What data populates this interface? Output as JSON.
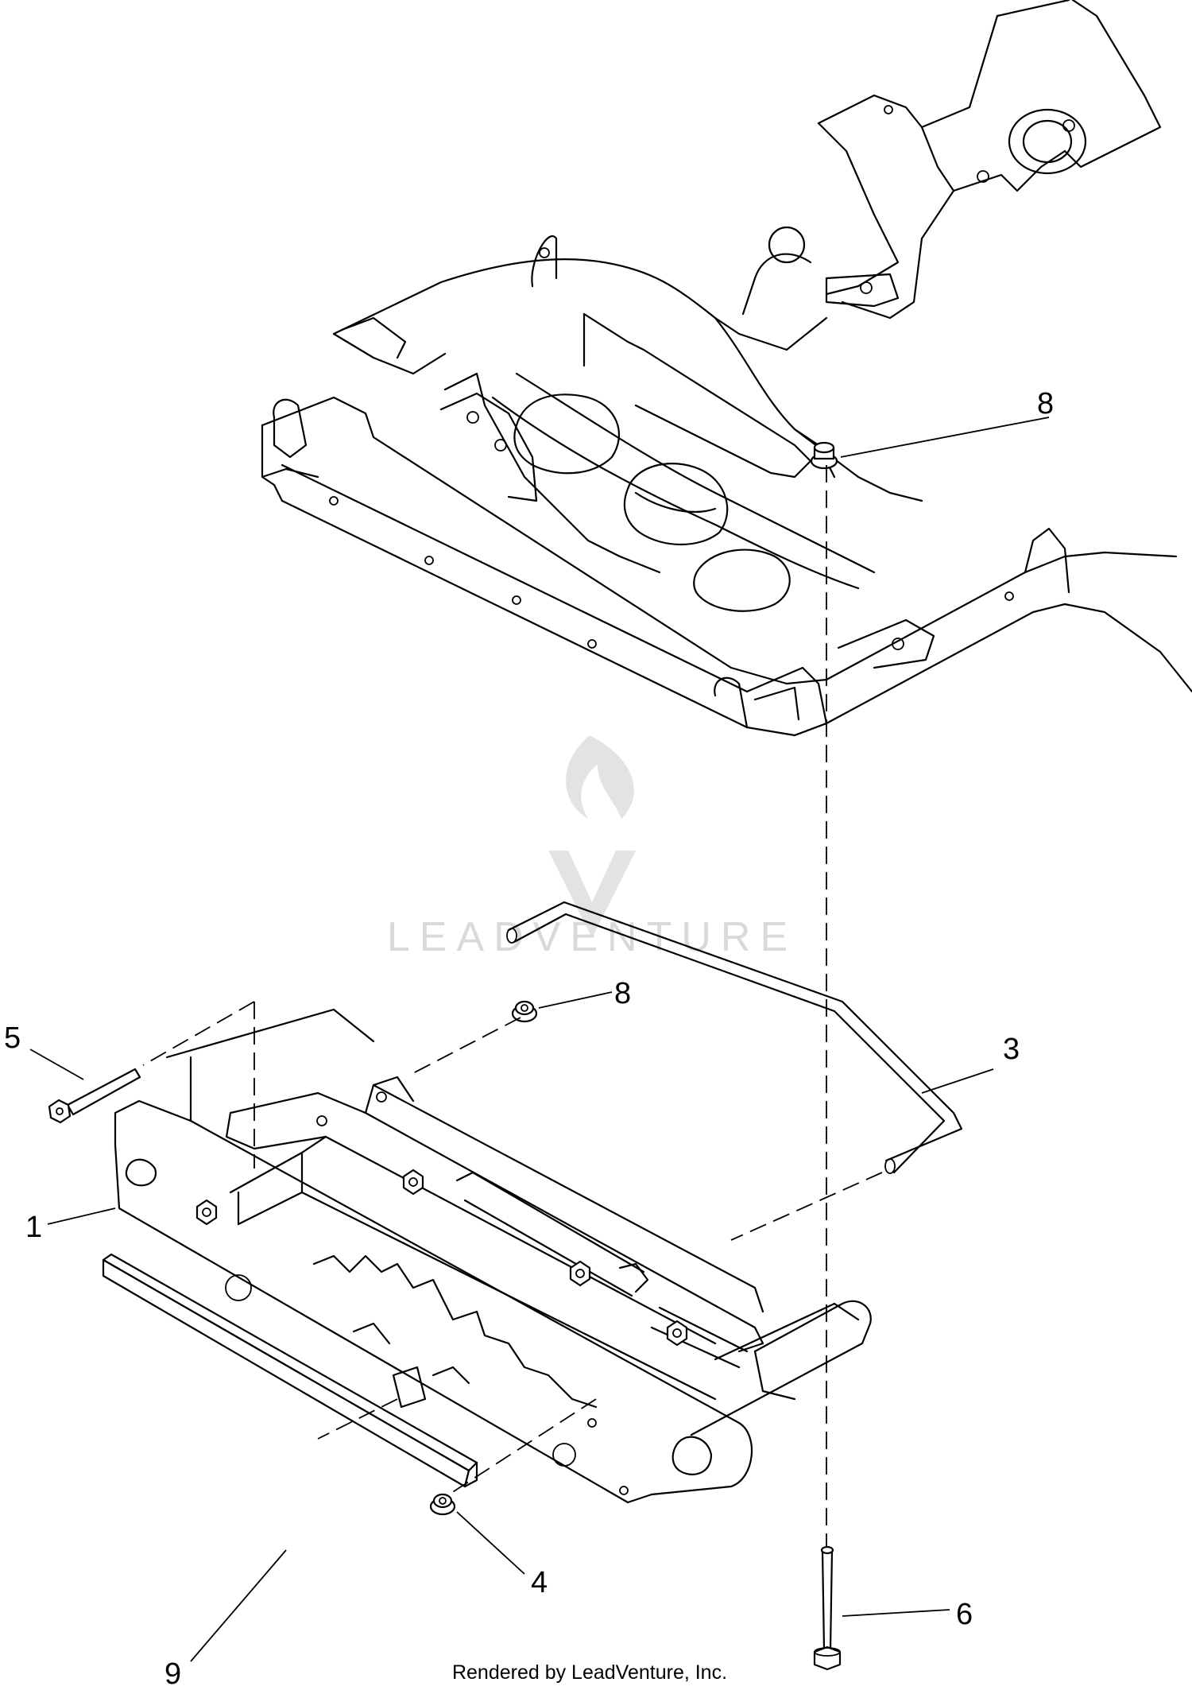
{
  "watermark": {
    "text": "LEADVENTURE",
    "color": "#d9d9d9"
  },
  "footer": {
    "text": "Rendered by LeadVenture, Inc."
  },
  "callouts": {
    "c8_top": "8",
    "c8_mid": "8",
    "c5": "5",
    "c3": "3",
    "c1": "1",
    "c4": "4",
    "c6": "6",
    "c9": "9"
  }
}
